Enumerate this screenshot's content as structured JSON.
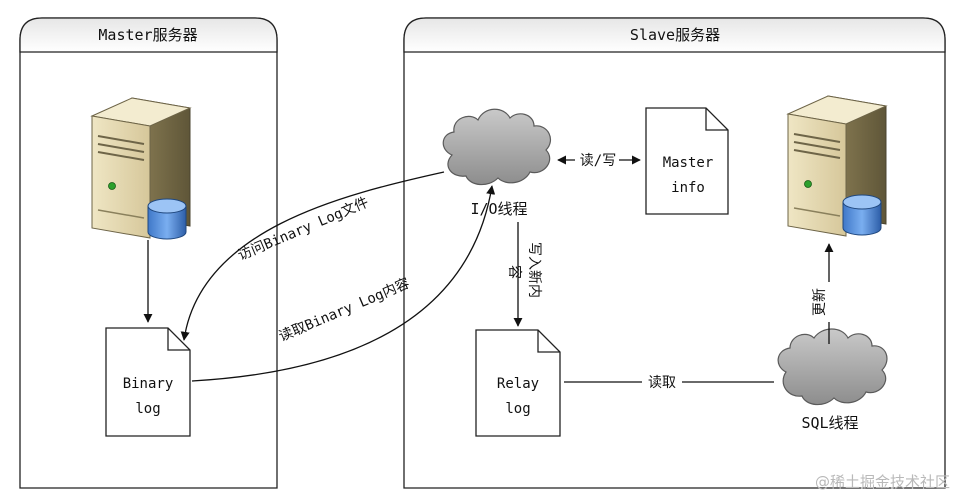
{
  "master": {
    "title": "Master服务器",
    "binary_log": [
      "Binary",
      "log"
    ]
  },
  "slave": {
    "title": "Slave服务器",
    "io_thread": "I/O线程",
    "sql_thread": "SQL线程",
    "master_info": [
      "Master",
      "info"
    ],
    "relay_log": [
      "Relay",
      "log"
    ]
  },
  "edges": {
    "access_binlog": "访问Binary Log文件",
    "read_binlog": "读取Binary Log内容",
    "read_write": "读/写",
    "write_new_content": [
      "写入新内",
      "容"
    ],
    "read": "读取",
    "update": "更新"
  },
  "watermark": "@稀土掘金技术社区"
}
